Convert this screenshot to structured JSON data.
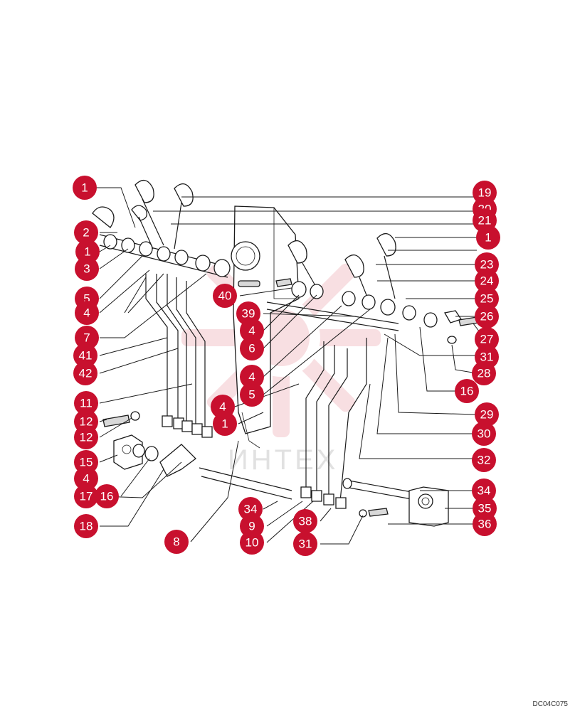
{
  "diagram": {
    "code": "DC04C075",
    "watermark_text": "ИНТЕХ",
    "colors": {
      "callout": "#c8102e",
      "callout_text": "#ffffff",
      "watermark": "#f4c6cc",
      "line": "#1a1a1a"
    },
    "callouts": [
      {
        "label": "1"
      },
      {
        "label": "2"
      },
      {
        "label": "1"
      },
      {
        "label": "3"
      },
      {
        "label": "5"
      },
      {
        "label": "4"
      },
      {
        "label": "7"
      },
      {
        "label": "41"
      },
      {
        "label": "42"
      },
      {
        "label": "11"
      },
      {
        "label": "12"
      },
      {
        "label": "12"
      },
      {
        "label": "15"
      },
      {
        "label": "4"
      },
      {
        "label": "17"
      },
      {
        "label": "16"
      },
      {
        "label": "18"
      },
      {
        "label": "8"
      },
      {
        "label": "34"
      },
      {
        "label": "9"
      },
      {
        "label": "10"
      },
      {
        "label": "38"
      },
      {
        "label": "31"
      },
      {
        "label": "40"
      },
      {
        "label": "39"
      },
      {
        "label": "4"
      },
      {
        "label": "6"
      },
      {
        "label": "4"
      },
      {
        "label": "5"
      },
      {
        "label": "4"
      },
      {
        "label": "1"
      },
      {
        "label": "19"
      },
      {
        "label": "20"
      },
      {
        "label": "21"
      },
      {
        "label": "1"
      },
      {
        "label": "23"
      },
      {
        "label": "24"
      },
      {
        "label": "25"
      },
      {
        "label": "26"
      },
      {
        "label": "27"
      },
      {
        "label": "31"
      },
      {
        "label": "28"
      },
      {
        "label": "16"
      },
      {
        "label": "29"
      },
      {
        "label": "30"
      },
      {
        "label": "32"
      },
      {
        "label": "34"
      },
      {
        "label": "35"
      },
      {
        "label": "36"
      }
    ]
  }
}
